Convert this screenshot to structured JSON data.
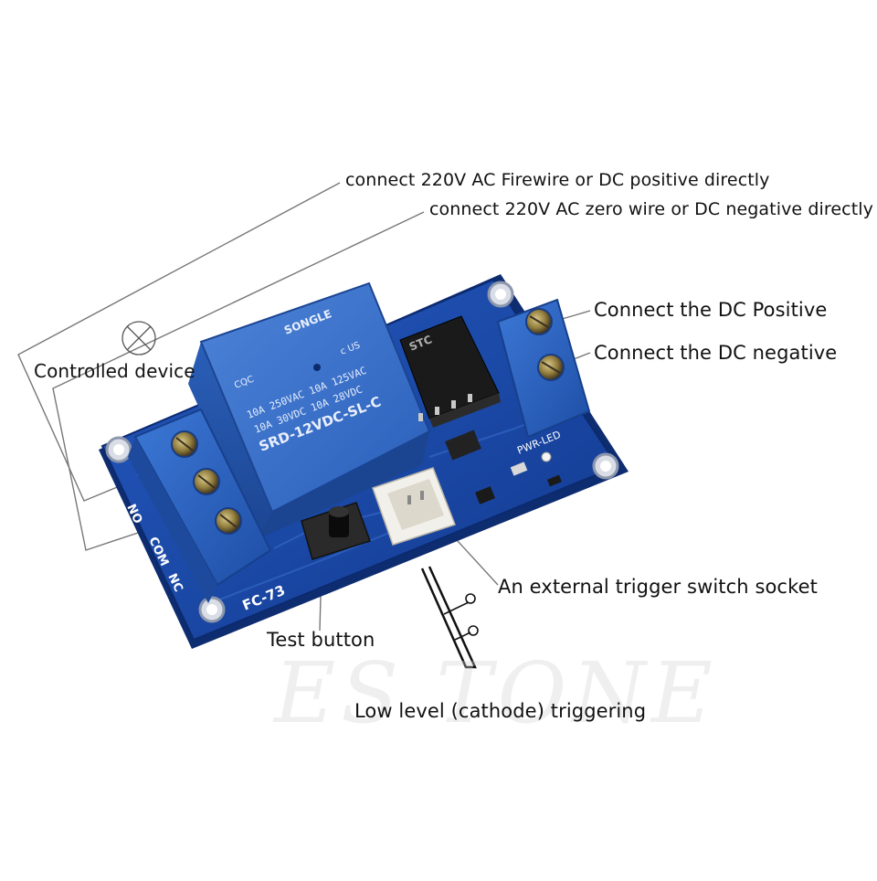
{
  "annotations": {
    "top1": "connect 220V AC Firewire or DC positive directly",
    "top2": "connect 220V AC zero wire or DC negative directly",
    "dc_pos": "Connect the DC Positive",
    "dc_neg": "Connect the DC negative",
    "device": "Controlled device",
    "ext": "An external trigger switch socket",
    "test": "Test button",
    "low": "Low level (cathode) triggering"
  },
  "board": {
    "relay_brand": "SONGLE",
    "relay_cert": "CQC",
    "relay_ul": "c US",
    "relay_rating_1": "10A 250VAC  10A 125VAC",
    "relay_rating_2": "10A 30VDC  10A 28VDC",
    "relay_model": "SRD-12VDC-SL-C",
    "ic_brand": "STC",
    "pcb_name": "FC-73",
    "pwr_led": "PWR-LED",
    "term_no": "NO",
    "term_com": "COM",
    "term_nc": "NC"
  },
  "watermark": "ES TONE",
  "colors": {
    "pcb": "#1a49a8",
    "relay": "#2f66c2",
    "terminal": "#2a63c4",
    "ic": "#1a1a1a",
    "connector": "#f2f0ea"
  }
}
